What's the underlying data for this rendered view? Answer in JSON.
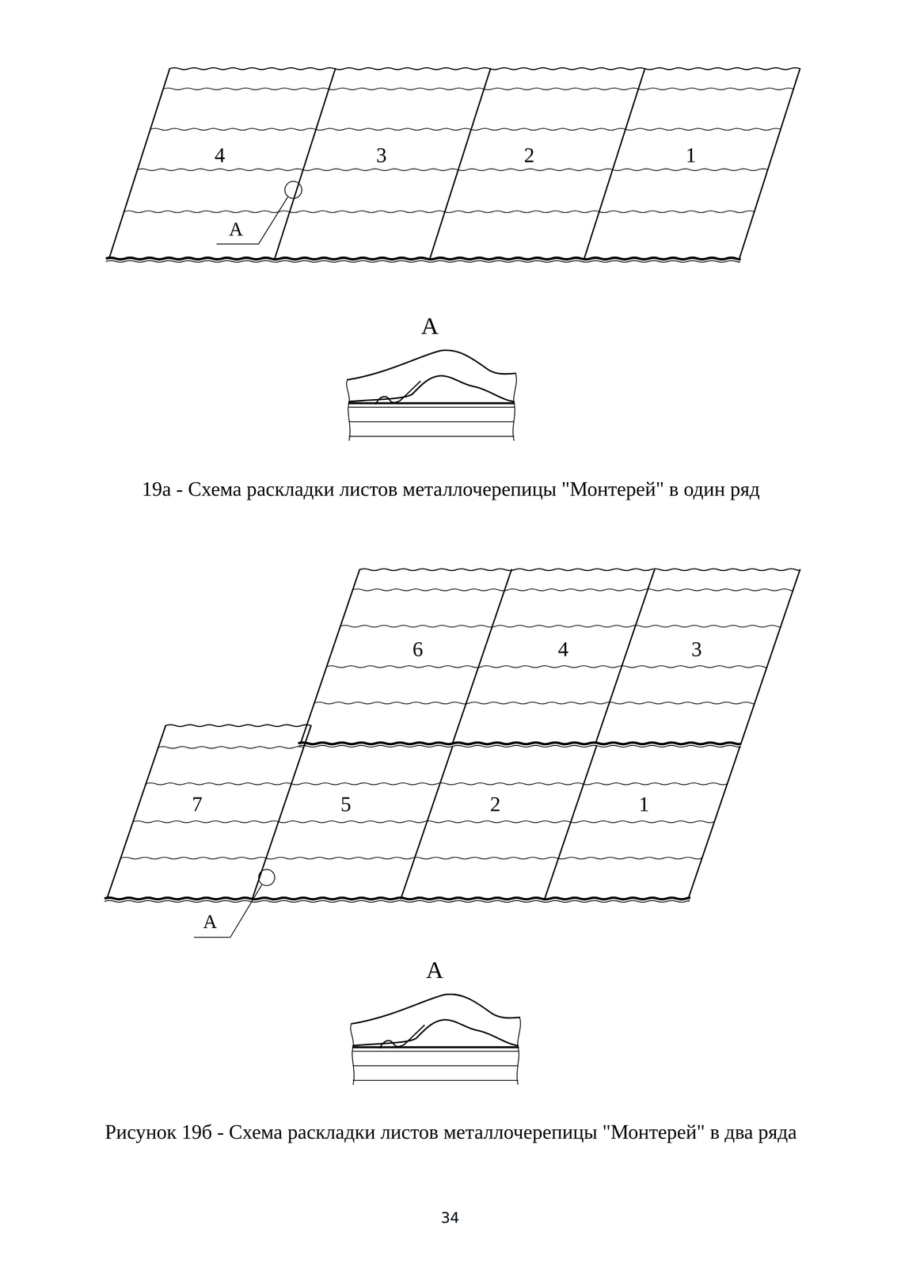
{
  "diagram": {
    "labels": [
      "4",
      "3",
      "2",
      "1",
      "А",
      "А",
      "19а - Схема раскладки листов металлочерепицы \"Монтерей\" в один ряд",
      "6",
      "4",
      "3",
      "7",
      "5",
      "2",
      "1",
      "А",
      "А",
      "Рисунок 19б - Схема раскладки листов металлочерепицы \"Монтерей\" в два ряда",
      "34"
    ]
  }
}
